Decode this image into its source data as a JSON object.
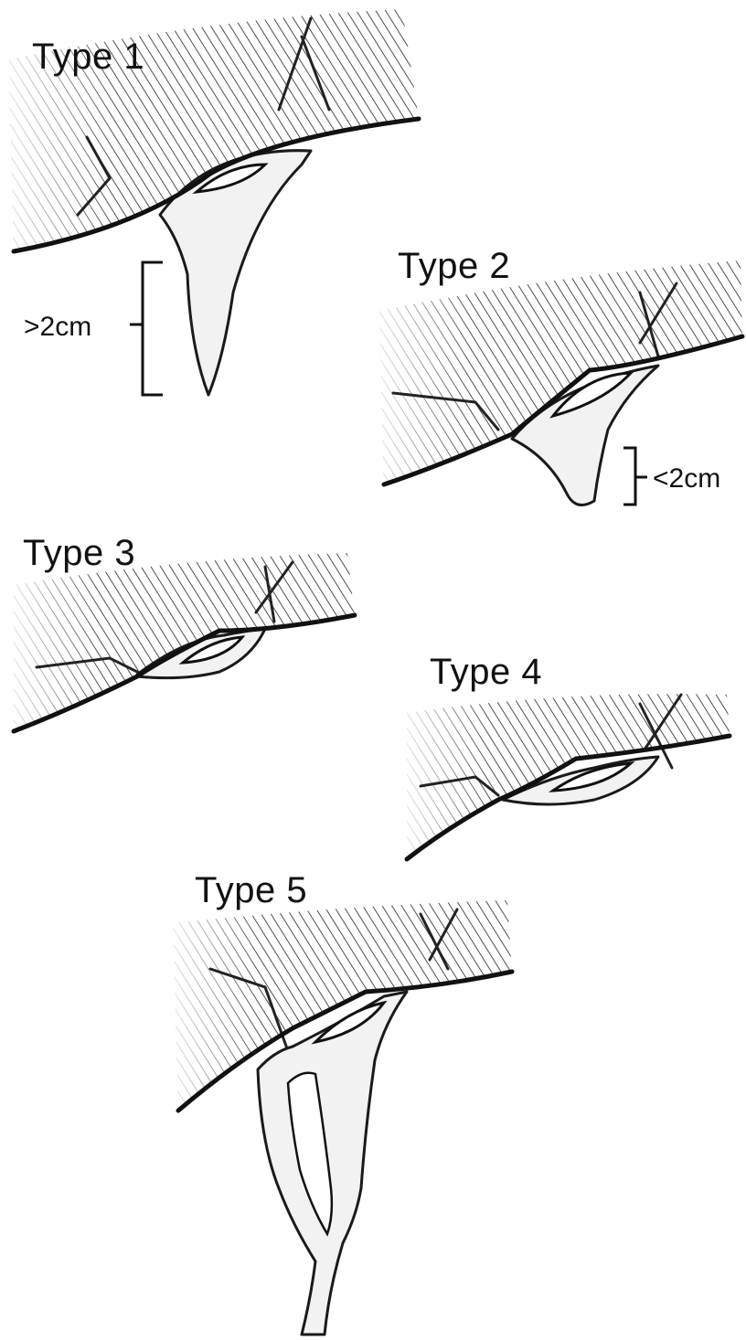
{
  "panels": [
    {
      "label": "Type 1",
      "measure": ">2cm"
    },
    {
      "label": "Type 2",
      "measure": "<2cm"
    },
    {
      "label": "Type 3"
    },
    {
      "label": "Type 4"
    },
    {
      "label": "Type 5"
    }
  ]
}
